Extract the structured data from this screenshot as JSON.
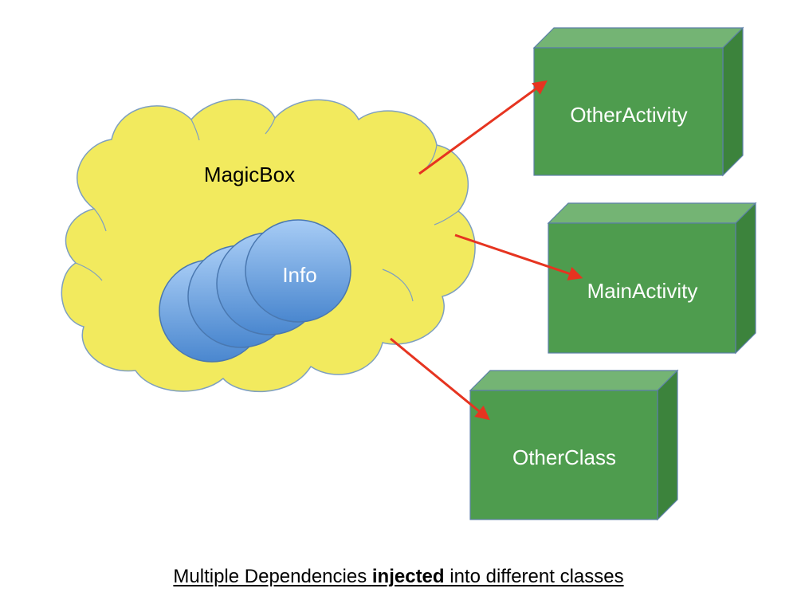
{
  "colors": {
    "cloud_fill": "#F2EA5E",
    "cloud_stroke": "#7E9FC0",
    "circle_fill_top": "#A7CCF5",
    "circle_fill_bottom": "#4A87CF",
    "circle_stroke": "#4A78B0",
    "box_front": "#4E9C4E",
    "box_top": "#74B474",
    "box_side": "#3C833C",
    "box_stroke": "#5C7FA8",
    "arrow": "#E63420",
    "label_white": "#FFFFFF",
    "label_dark": "#000000"
  },
  "cloud": {
    "label": "MagicBox"
  },
  "info": {
    "label": "Info"
  },
  "boxes": [
    {
      "id": "other-activity",
      "label": "OtherActivity"
    },
    {
      "id": "main-activity",
      "label": "MainActivity"
    },
    {
      "id": "other-class",
      "label": "OtherClass"
    }
  ],
  "caption": {
    "before": "Multiple Dependencies ",
    "bold": "injected",
    "after": " into different classes"
  }
}
